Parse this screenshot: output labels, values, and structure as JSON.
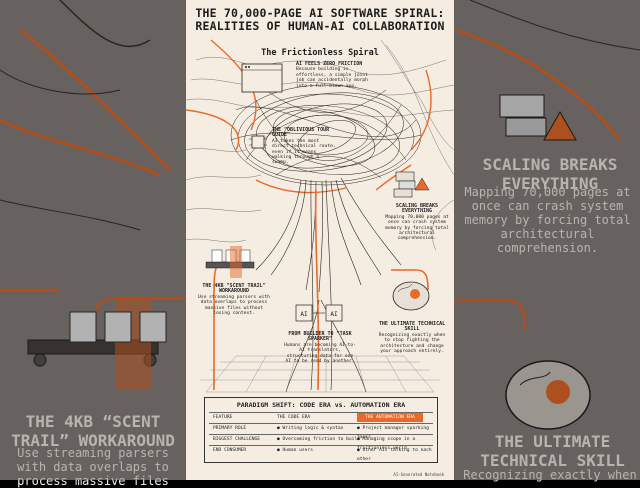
{
  "colors": {
    "accent": "#e86a2a",
    "ink": "#1d1d1d",
    "paper": "#f5ede2"
  },
  "title": "THE 70,000-PAGE AI SOFTWARE SPIRAL: REALITIES OF HUMAN-AI COLLABORATION",
  "subtitle": "The Frictionless Spiral",
  "notes": {
    "zero_friction": {
      "heading": "AI FEELS ZERO FRICTION",
      "body": "Because building is effortless, a simple joint job can accidentally morph into a full-blown app."
    },
    "tour_guide": {
      "heading": "THE \"OBLIVIOUS TOUR GUIDE\"",
      "body": "AI takes the most direct technical route, even if it means walking through a swamp."
    },
    "scaling": {
      "heading": "SCALING BREAKS EVERYTHING",
      "body": "Mapping 70,000 pages at once can crash system memory by forcing total architectural comprehension."
    },
    "scent_trail": {
      "heading": "THE 4KB \"SCENT TRAIL\" WORKAROUND",
      "body": "Use streaming parsers with data overlaps to process massive files without losing context."
    },
    "task_sparker": {
      "heading": "FROM BUILDER TO \"TASK SPARKER\"",
      "body": "Humans are becoming AI-to-AI translators, structuring data for one AI to be read by another."
    },
    "skill": {
      "heading": "THE ULTIMATE TECHNICAL SKILL",
      "body": "Recognizing exactly when to stop fighting the architecture and change your approach entirely."
    }
  },
  "side": {
    "right_top_heading": "SCALING BREAKS EVERYTHING",
    "right_top_body": "Mapping 70,000 pages at once can crash system memory by forcing total architectural comprehension.",
    "left_heading": "THE 4KB “SCENT TRAIL” WORKAROUND",
    "left_body": "Use streaming parsers with data overlaps to process massive files",
    "right_bottom_heading": "THE ULTIMATE TECHNICAL SKILL",
    "right_bottom_body": "Recognizing exactly when"
  },
  "table": {
    "heading": "PARADIGM SHIFT: CODE ERA vs. AUTOMATION ERA",
    "header": [
      "FEATURE",
      "THE CODE ERA",
      "THE AUTOMATION ERA"
    ],
    "rows": [
      [
        "PRIMARY ROLE",
        "● Writing logic & syntax",
        "● Project manager sparking tasks"
      ],
      [
        "BIGGEST CHALLENGE",
        "● Overcoming friction to build",
        "● Managing scope in a frictionless world"
      ],
      [
        "END CONSUMER",
        "● Human users",
        "● Other AIs talking to each other"
      ]
    ]
  },
  "credit": "AI-Generated Notebook"
}
